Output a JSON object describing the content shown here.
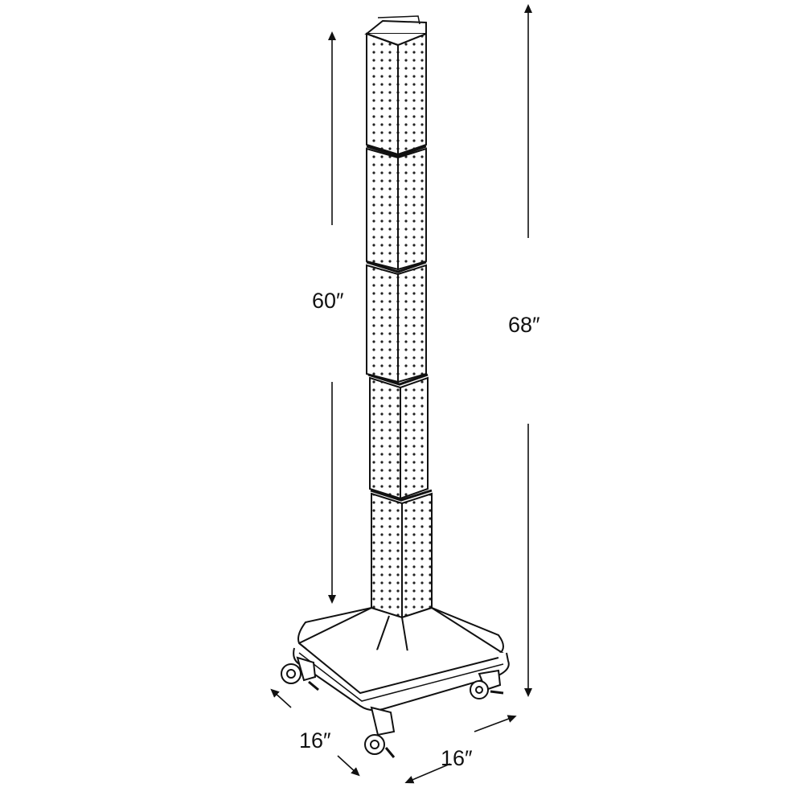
{
  "dimensions": {
    "pegboard_height": "60″",
    "overall_height": "68″",
    "base_depth": "16″",
    "base_width": "16″"
  },
  "colors": {
    "line": "#111111",
    "background": "#ffffff"
  }
}
